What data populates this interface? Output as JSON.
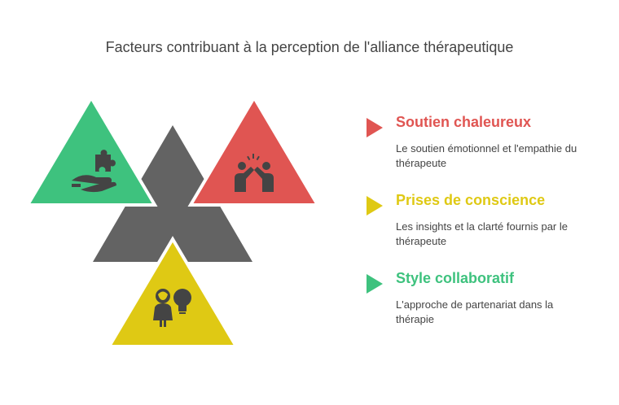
{
  "title": "Facteurs contribuant à la perception de l'alliance thérapeutique",
  "colors": {
    "red": "#e05552",
    "yellow": "#dfc914",
    "green": "#3ec27e",
    "gray": "#636363"
  },
  "items": [
    {
      "heading": "Soutien chaleureux",
      "description": "Le soutien émotionnel et l'empathie du thérapeute",
      "color": "#e05552",
      "icon": "high-five-icon"
    },
    {
      "heading": "Prises de conscience",
      "description": "Les insights et la clarté fournis par le thérapeute",
      "color": "#dfc914",
      "icon": "person-lightbulb-icon"
    },
    {
      "heading": "Style collaboratif",
      "description": "L'approche de partenariat dans la thérapie",
      "color": "#3ec27e",
      "icon": "hand-puzzle-icon"
    }
  ]
}
